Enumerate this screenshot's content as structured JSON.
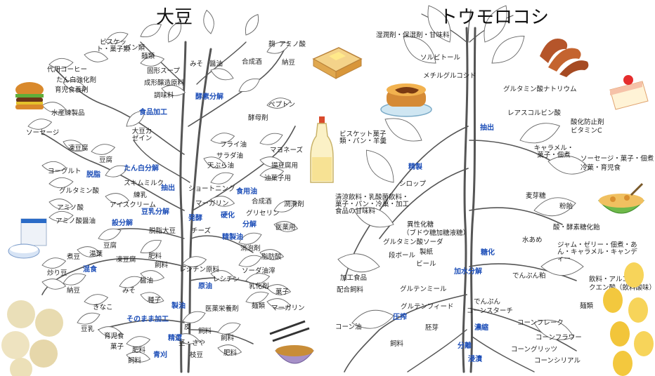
{
  "left_title": "大豆",
  "right_title": "トウモロコシ",
  "soy": {
    "categories": [
      "酵素分解",
      "食品加工",
      "たん白分解",
      "抽出",
      "脱脂",
      "豆乳分解",
      "設分解",
      "食用油",
      "硬化",
      "分解",
      "発酵",
      "精製油",
      "原油",
      "製油",
      "混食",
      "そのまま加工",
      "精選",
      "青刈"
    ],
    "products": [
      "ビスケット・菓子類",
      "パン類",
      "麺類",
      "代用コーヒー",
      "たん白強化剤",
      "育児食養剤",
      "固形スープ",
      "成形醸造原料",
      "調味料",
      "みそ",
      "醤油",
      "合成酒",
      "麹",
      "アミノ酸",
      "納豆",
      "ペプトン",
      "酵母剤",
      "水産練製品",
      "ソーセージ",
      "凍豆腐",
      "豆腐",
      "大豆カゼイン",
      "ヨーグルト",
      "グルタミン酸",
      "スキムミルク",
      "練乳",
      "アイスクリーム",
      "アミノ酸",
      "アミノ酸醤油",
      "脱脂大豆",
      "フライ油",
      "サラダ油",
      "天ぷら油",
      "マヨネーズ",
      "揚豆腐用",
      "油菓子用",
      "ショートニング",
      "マーガリン",
      "チーズ",
      "合成酒",
      "潤滑剤",
      "グリセリン",
      "医薬用",
      "消泡剤",
      "脂肪酸",
      "豆腐",
      "湯葉",
      "凍豆腐",
      "肥料",
      "飼料",
      "煮豆",
      "炒り豆",
      "納豆",
      "醤油",
      "みそ",
      "種子",
      "レシチン原料",
      "ソーダ油滓",
      "レシチン",
      "乳化剤",
      "菓子",
      "麺類",
      "マーガリン",
      "医薬栄養剤",
      "きなこ",
      "豆乳",
      "育児食",
      "菓子",
      "肥料",
      "飼料",
      "皮",
      "飼料",
      "茎・さや",
      "飼料",
      "枝豆",
      "肥料"
    ]
  },
  "corn": {
    "categories": [
      "抽出",
      "精製",
      "糖化",
      "加水分解",
      "圧搾",
      "濃縮",
      "分離",
      "浸漬"
    ],
    "products": [
      "湿潤剤・保湿剤・甘味料",
      "ソルビトール",
      "メチルグルコシド",
      "グルタミン酸ナトリウム",
      "レアスコルビン酸",
      "酸化防止剤",
      "ビタミンC",
      "ビスケット菓子類・パン・羊羹",
      "キャラメル・菓子・佃煮",
      "ソーセージ・菓子・佃煮",
      "冷菓・育児食",
      "シロップ",
      "麦芽糖",
      "粉飴",
      "清涼飲料・乳酸菌飲料・菓子・パン・冷菓・加工食品の甘味料",
      "異性化糖",
      "（ブドウ糖加糖液糖）",
      "酸・酵素糖化飴",
      "グルタミン酸ソーダ",
      "水あめ",
      "ジャム・ゼリー・佃煮・あん・キャラメル・キャンディー",
      "段ボール",
      "製紙",
      "ビール",
      "でんぷん粕",
      "加工食品",
      "配合飼料",
      "グルテンミール",
      "飲料・アルコール",
      "クエン酸（飲料酸味）",
      "でんぷん",
      "コーンスターチ",
      "麺類",
      "グルテンフィード",
      "コーン油",
      "胚芽",
      "コーンフレーク",
      "コーンフラワー",
      "飼料",
      "コーングリッツ",
      "コーンシリアル"
    ]
  },
  "illustrations": [
    "hamburger-icon",
    "toast-icon",
    "pancake-icon",
    "sausage-icon",
    "cake-icon",
    "oil-bottle-icon",
    "yogurt-icon",
    "cereal-bowl-icon",
    "natto-bowl-icon",
    "soybeans-icon",
    "corn-kernels-icon"
  ]
}
